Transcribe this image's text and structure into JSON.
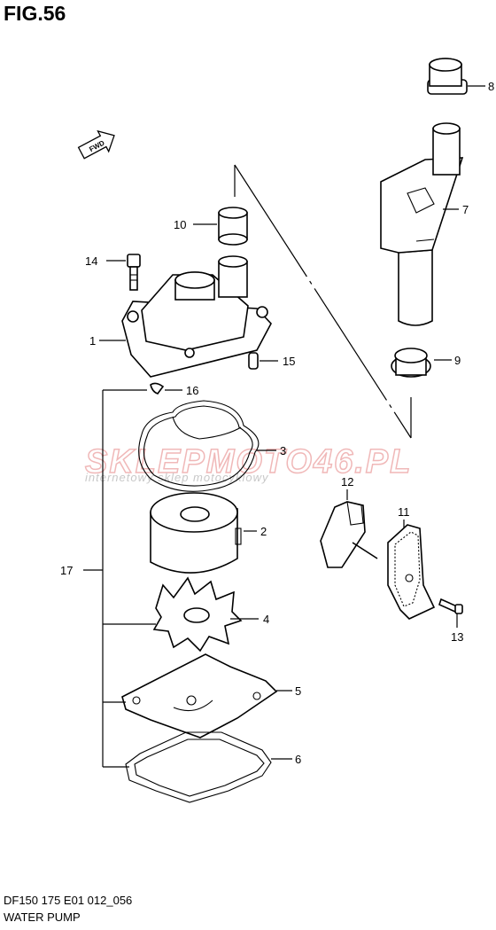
{
  "figure": {
    "title": "FIG.56",
    "code": "DF150 175 E01 012_056",
    "name": "WATER PUMP"
  },
  "direction_badge": "FWD",
  "watermark": {
    "brand": "SKLEPMOTO46.PL",
    "tagline": "internetowy sklep motocyklowy"
  },
  "callouts": [
    "1",
    "2",
    "3",
    "4",
    "5",
    "6",
    "7",
    "8",
    "9",
    "10",
    "11",
    "12",
    "13",
    "14",
    "15",
    "16",
    "17"
  ]
}
